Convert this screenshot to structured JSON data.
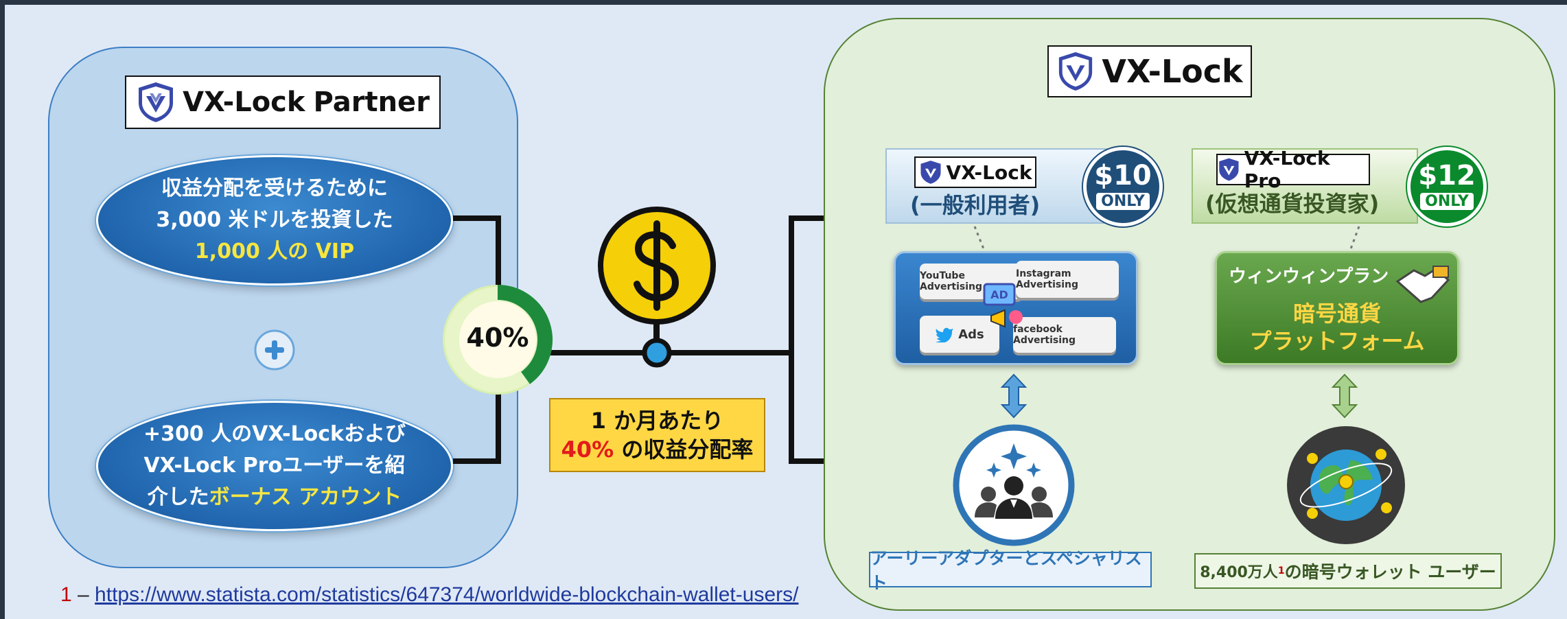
{
  "partner": {
    "brand": "VX-Lock",
    "brand_suffix": "Partner",
    "vip": {
      "line1": "収益分配を受けるために",
      "line2": "3,000 米ドルを投資した",
      "highlight": "1,000 人の VIP"
    },
    "plus_icon": "plus-circle-icon",
    "bonus": {
      "line1": "+300 人のVX-Lockおよび",
      "line2": "VX-Lock Proユーザーを紹",
      "line3_prefix": "介した",
      "highlight": "ボーナス アカウント"
    },
    "share_ring": {
      "label": "40%",
      "fraction": 0.4
    }
  },
  "revenue": {
    "line1": "1 か月あたり",
    "highlight": "40%",
    "line2_suffix": " の収益分配率",
    "icon": "dollar-coin-icon"
  },
  "main": {
    "brand": "VX-Lock",
    "tiers": [
      {
        "brand": "VX-Lock",
        "audience": "(一般利用者)",
        "price": "$10",
        "price_note": "ONLY",
        "color": "#1f4e79",
        "box": "ad-platforms",
        "ads": [
          "YouTube Advertising",
          "Instagram Advertising",
          "Ads",
          "facebook Advertising"
        ],
        "community_icon": "team-sparkle-icon",
        "caption": "アーリーアダプターとスペシャリスト"
      },
      {
        "brand": "VX-Lock Pro",
        "audience": "(仮想通貨投資家)",
        "price": "$12",
        "price_note": "ONLY",
        "color": "#0b8a2d",
        "box_title": "ウィンウィンプラン",
        "box_line1": "暗号通貨",
        "box_line2": "プラットフォーム",
        "community_icon": "crypto-globe-icon",
        "caption_prefix": "8,400万人",
        "caption_sup": "1",
        "caption_suffix": "の暗号ウォレット ユーザー"
      }
    ]
  },
  "footnote": {
    "number": "1",
    "dash": " – ",
    "url": "https://www.statista.com/statistics/647374/worldwide-blockchain-wallet-users/"
  },
  "colors": {
    "partner_bg": "#bcd6ee",
    "main_bg": "#e2efda",
    "accent_blue": "#2065ad",
    "accent_green": "#548235",
    "gold": "#ffd744"
  }
}
